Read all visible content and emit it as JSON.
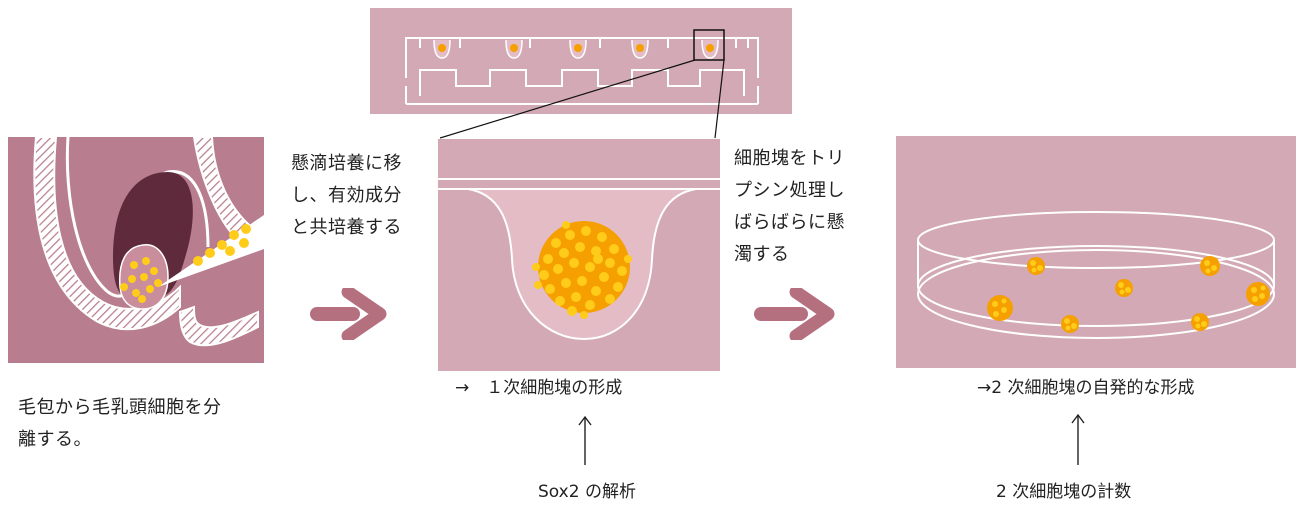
{
  "steps": {
    "step1_note": "毛包から毛乳頭細胞を分\n離する。",
    "step2_note": "懸滴培養に移\nし、有効成分\nと共培養する",
    "step3_note": "細胞塊をトリ\nプシン処理し\nばらばらに懸\n濁する"
  },
  "results": {
    "primary_caption": "→　１次細胞塊の形成",
    "secondary_caption": "→2 次細胞塊の自発的な形成"
  },
  "analysis": {
    "sox2_label": "Sox2 の解析",
    "count_label": "2 次細胞塊の計数"
  },
  "colors": {
    "panel_mauve": "#b87d8e",
    "panel_pink": "#d3a9b5",
    "panel_light": "#ddb4be",
    "arrow": "#b5707f",
    "cell_orange": "#f5a000",
    "cell_yellow": "#ffcc1a"
  },
  "icons": [
    "right-arrow-icon",
    "up-arrow-icon"
  ]
}
